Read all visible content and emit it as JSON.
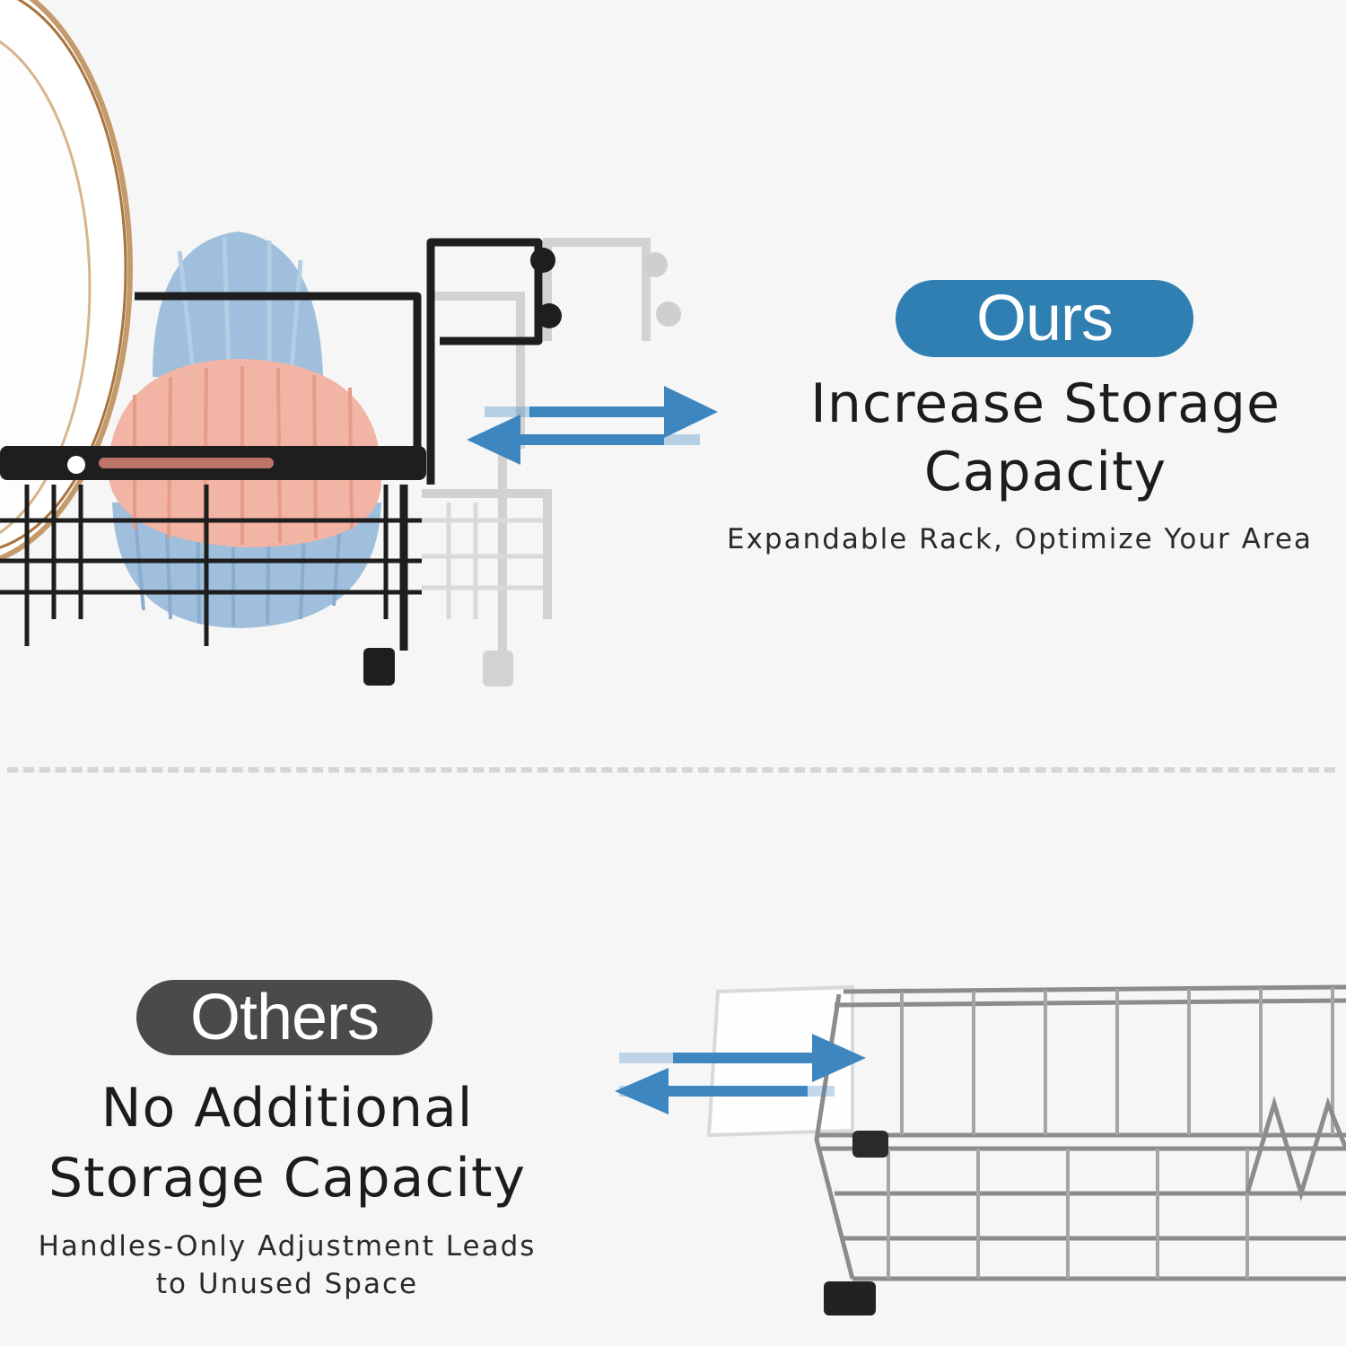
{
  "ours": {
    "badge": "Ours",
    "headline_lines": [
      "Increase Storage",
      "Capacity"
    ],
    "subtitle": "Expandable Rack, Optimize Your Area"
  },
  "others": {
    "badge": "Others",
    "headline_lines": [
      "No Additional",
      "Storage Capacity"
    ],
    "subtitle_lines": [
      "Handles-Only Adjustment Leads",
      "to Unused Space"
    ]
  },
  "colors": {
    "ours_badge": "#2f7fb3",
    "others_badge": "#4a4a4a",
    "arrow": "#3d86c0",
    "background": "#f6f6f6"
  },
  "icons": [
    "expand-arrows-icon",
    "expand-arrows-icon"
  ]
}
